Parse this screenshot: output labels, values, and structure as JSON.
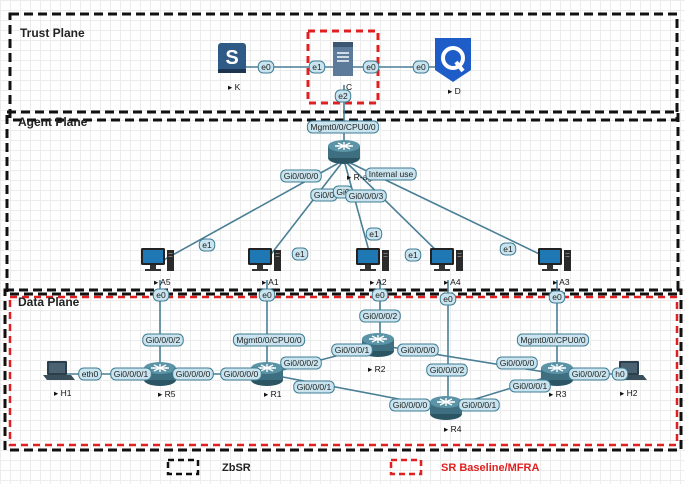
{
  "planes": {
    "trust": "Trust Plane",
    "agent": "Agent Plane",
    "data": "Data Plane"
  },
  "nodes": {
    "K": "K",
    "C": "C",
    "D": "D",
    "R_agent": "R-agent",
    "A5": "A5",
    "A1": "A1",
    "A2": "A2",
    "A4": "A4",
    "A3": "A3",
    "R1": "R1",
    "R2": "R2",
    "R3": "R3",
    "R4": "R4",
    "R5": "R5",
    "H1": "H1",
    "H2": "H2"
  },
  "interfaces": {
    "k_e0": "e0",
    "c_e1": "e1",
    "c_e0": "e0",
    "d_e0": "e0",
    "c_e2": "e2",
    "ragent_mgmt": "Mgmt0/0/CPU0/0",
    "ragent_gi0000": "Gi0/0/0/0",
    "ragent_internal": "Internal use",
    "ragent_gi0a": "Gi0/0",
    "ragent_gi0b": "Gi0",
    "ragent_gi0003": "Gi0/0/0/3",
    "a5_e1": "e1",
    "a1_e1": "e1",
    "a2_e1": "e1",
    "a4_e1": "e1",
    "a3_e1": "e1",
    "a5_e0": "e0",
    "a1_e0": "e0",
    "a2_e0": "e0",
    "a4_e0": "e0",
    "a3_e0": "e0",
    "r5_gi0002": "Gi0/0/0/2",
    "r5_gi0001": "Gi0/0/0/1",
    "r5_gi0000": "Gi0/0/0/0",
    "h1_eth0": "eth0",
    "r1_mgmt": "Mgmt0/0/CPU0/0",
    "r1_gi0000": "Gi0/0/0/0",
    "r1_gi0002": "Gi0/0/0/2",
    "r1_gi0001": "Gi0/0/0/1",
    "r2_gi0002": "Gi0/0/0/2",
    "r2_gi0001": "Gi0/0/0/1",
    "r2_gi0000": "Gi0/0/0/0",
    "r3_mgmt": "Mgmt0/0/CPU0/0",
    "r3_gi0000": "Gi0/0/0/0",
    "r3_gi0002": "Gi0/0/0/2",
    "r3_gi0001": "Gi0/0/0/1",
    "h2_eth0": "h0",
    "r4_gi0002": "Gi0/0/0/2",
    "r4_gi0000": "Gi0/0/0/0",
    "r4_gi0001": "Gi0/0/0/1"
  },
  "legend": {
    "zbsr": "ZbSR",
    "baseline": "SR Baseline/MFRA",
    "baseline_color": "#e02020"
  },
  "colors": {
    "link": "#4a7f96",
    "label_fill": "#c9e4ee",
    "label_stroke": "#3f7d94",
    "router": "#3d6f80",
    "pc": "#1f78b4"
  }
}
